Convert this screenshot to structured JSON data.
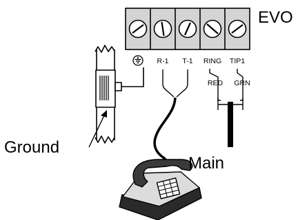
{
  "title": "EVO",
  "terminals": [
    {
      "key": "ground",
      "label": "",
      "icon": "ground-symbol-icon"
    },
    {
      "key": "r1",
      "label": "R-1"
    },
    {
      "key": "t1",
      "label": "T-1"
    },
    {
      "key": "ring",
      "label": "RING"
    },
    {
      "key": "tip1",
      "label": "TIP1"
    }
  ],
  "wire_colors": {
    "ring": "RED",
    "tip": "GRN"
  },
  "labels": {
    "ground": "Ground",
    "main": "Main"
  },
  "colors": {
    "line": "#000000",
    "terminal_block_fill": "#d4d4d4",
    "background": "#ffffff"
  }
}
